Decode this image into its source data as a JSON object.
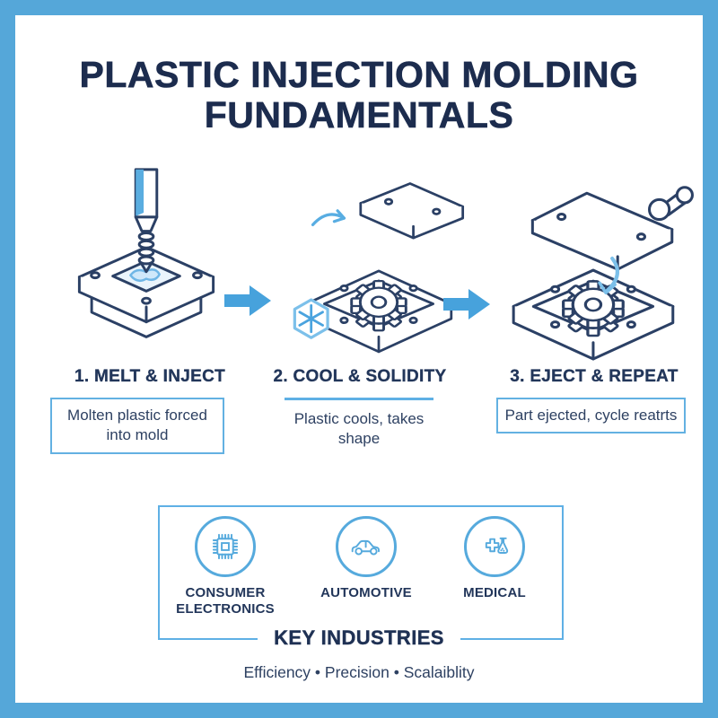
{
  "title": {
    "line1": "PLASTIC INJECTION MOLDING",
    "line2": "FUNDAMENTALS"
  },
  "process": {
    "steps": [
      {
        "label": "1. MELT & INJECT",
        "description": "Molten plastic forced into mold",
        "illustration": "injection-screw-filling-open-mold"
      },
      {
        "label": "2. COOL & SOLIDITY",
        "description": "Plastic cools, takes shape",
        "illustration": "closed-mold-cooling-gear-part"
      },
      {
        "label": "3. EJECT & REPEAT",
        "description": "Part ejected, cycle reatrts",
        "illustration": "open-mold-ejecting-gear-part"
      }
    ],
    "arrow_icon": "right-arrow-icon"
  },
  "industries": {
    "heading": "KEY INDUSTRIES",
    "items": [
      {
        "label": "CONSUMER ELECTRONICS",
        "icon": "microchip-icon"
      },
      {
        "label": "AUTOMOTIVE",
        "icon": "car-icon"
      },
      {
        "label": "MEDICAL",
        "icon": "medical-cross-flask-icon"
      }
    ]
  },
  "footer": {
    "tagline": "Efficiency • Precision • Scalaiblity"
  },
  "colors": {
    "frame_blue": "#55a7d9",
    "accent_blue": "#47a2dc",
    "light_blue": "#7cc0ea",
    "line_navy": "#2b4065",
    "text_navy": "#1c2c4e"
  }
}
